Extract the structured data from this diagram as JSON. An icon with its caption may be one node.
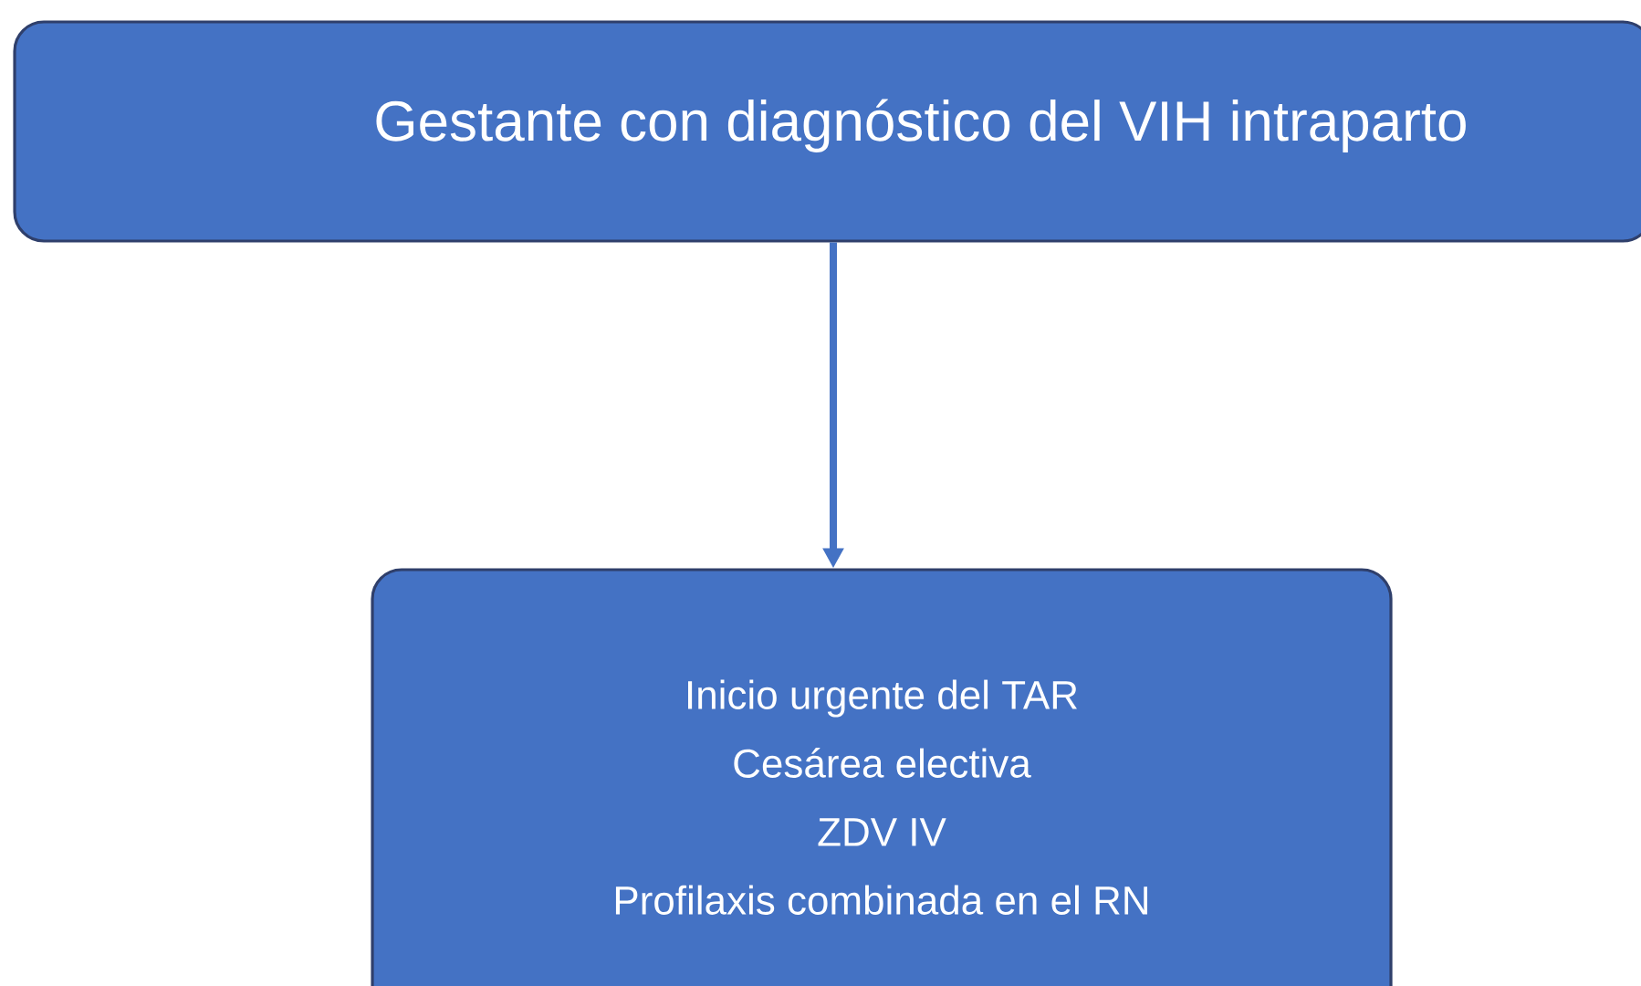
{
  "diagram": {
    "nodes": [
      {
        "text": [
          "Gestante con diagnóstico del VIH intraparto"
        ]
      },
      {
        "text": [
          "Inicio urgente del TAR",
          "Cesárea electiva",
          "ZDV IV",
          "Profilaxis combinada en el RN"
        ]
      }
    ],
    "edges": [
      {
        "from": 0,
        "to": 1,
        "arrow": "to"
      }
    ]
  }
}
